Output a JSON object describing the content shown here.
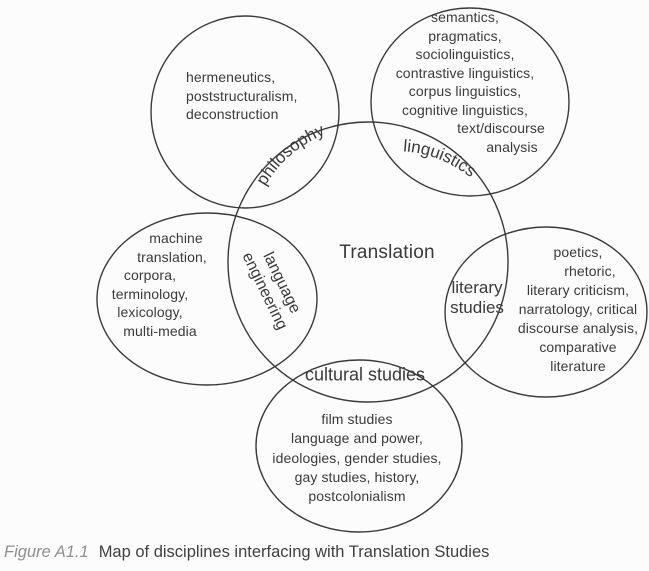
{
  "diagram": {
    "center_label": "Translation",
    "philosophy": {
      "label": "philosophy",
      "lines": [
        "hermeneutics,",
        "poststructuralism,",
        "deconstruction"
      ]
    },
    "linguistics": {
      "label": "linguistics",
      "lines": [
        "semantics,",
        "pragmatics,",
        "sociolinguistics,",
        "contrastive linguistics,",
        "corpus linguistics,",
        "cognitive linguistics,",
        "text/discourse",
        "analysis"
      ]
    },
    "language_engineering": {
      "label_line1": "language",
      "label_line2": "engineering",
      "lines": [
        "machine",
        "translation,",
        "corpora,",
        "terminology,",
        "lexicology,",
        "multi-media"
      ]
    },
    "literary_studies": {
      "label_line1": "literary",
      "label_line2": "studies",
      "lines": [
        "poetics,",
        "rhetoric,",
        "literary criticism,",
        "narratology, critical",
        "discourse analysis,",
        "comparative",
        "literature"
      ]
    },
    "cultural_studies": {
      "label": "cultural studies",
      "lines": [
        "film studies",
        "language and power,",
        "ideologies, gender studies,",
        "gay studies, history,",
        "postcolonialism"
      ]
    }
  },
  "caption": {
    "figure_label": "Figure A1.1",
    "text": "Map of disciplines interfacing with Translation Studies"
  },
  "colors": {
    "ink": "#3a3a3a",
    "caption_label_gray": "#8f8f8f",
    "background": "#fcfcfc"
  }
}
